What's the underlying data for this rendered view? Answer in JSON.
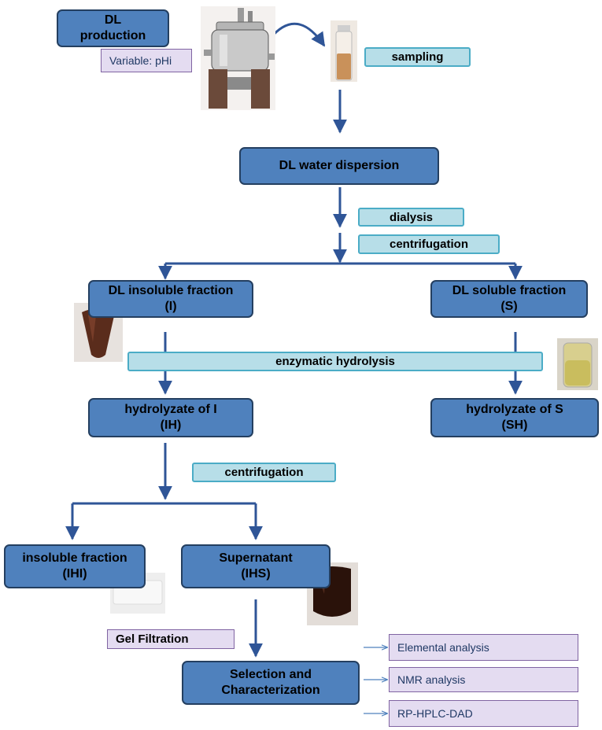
{
  "nodes": {
    "dl_production": [
      "DL",
      "production"
    ],
    "water_dispersion": "DL water dispersion",
    "insoluble_fraction": [
      "DL insoluble fraction",
      "(I)"
    ],
    "soluble_fraction": [
      "DL soluble fraction",
      "(S)"
    ],
    "hydrolyzate_i": [
      "hydrolyzate of I",
      "(IH)"
    ],
    "hydrolyzate_s": [
      "hydrolyzate of S",
      "(SH)"
    ],
    "ihi": [
      "insoluble fraction",
      "(IHI)"
    ],
    "ihs": [
      "Supernatant",
      "(IHS)"
    ],
    "selection": [
      "Selection and",
      "Characterization"
    ]
  },
  "steps": {
    "sampling": "sampling",
    "dialysis": "dialysis",
    "centrifugation_1": "centrifugation",
    "enzymatic_hydrolysis": "enzymatic hydrolysis",
    "centrifugation_2": "centrifugation"
  },
  "notes": {
    "variable": "Variable: pHi",
    "gel_filtration": "Gel Filtration"
  },
  "analyses": [
    "Elemental analysis",
    "NMR analysis",
    "RP-HPLC-DAD"
  ],
  "colors": {
    "node_fill": "#4f81bd",
    "node_border": "#243f60",
    "step_fill": "#b7dee8",
    "note_fill": "#e4dcf1",
    "arrow": "#2f5597"
  }
}
